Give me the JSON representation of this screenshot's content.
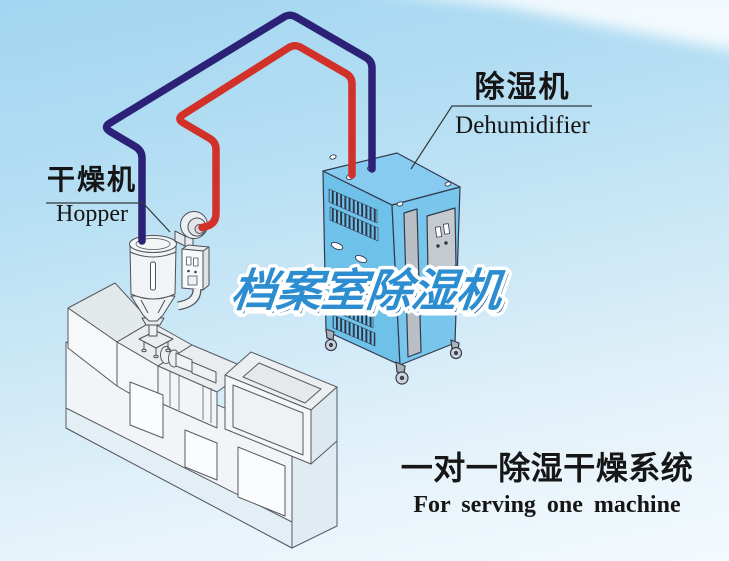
{
  "scene": {
    "background_top": "#a2d6f0",
    "background_bottom": "#f3fafd"
  },
  "labels": {
    "hopper": {
      "zh": "干燥机",
      "en": "Hopper"
    },
    "dehumidifier": {
      "zh": "除湿机",
      "en": "Dehumidifier"
    }
  },
  "watermark": {
    "text": "档案室除湿机",
    "color": "#2c8dd0"
  },
  "caption": {
    "zh": "一对一除湿干燥系统",
    "en": "For serving one machine"
  },
  "hoses": {
    "return_air_color": "#2b2277",
    "dry_air_color": "#d23129"
  },
  "equipment": {
    "dehumidifier_color": "#6ec1e9"
  }
}
